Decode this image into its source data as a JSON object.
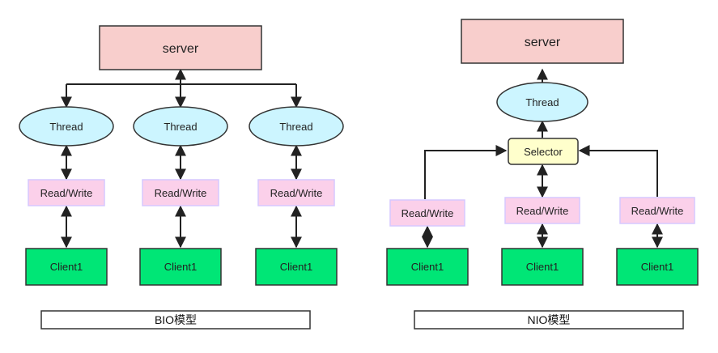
{
  "bio": {
    "server_label": "server",
    "thread_labels": [
      "Thread",
      "Thread",
      "Thread"
    ],
    "rw_labels": [
      "Read/Write",
      "Read/Write",
      "Read/Write"
    ],
    "client_labels": [
      "Client1",
      "Client1",
      "Client1"
    ],
    "caption": "BIO模型"
  },
  "nio": {
    "server_label": "server",
    "thread_label": "Thread",
    "selector_label": "Selector",
    "rw_labels": [
      "Read/Write",
      "Read/Write",
      "Read/Write"
    ],
    "client_labels": [
      "Client1",
      "Client1",
      "Client1"
    ],
    "caption": "NIO模型"
  },
  "colors": {
    "server_fill": "#f8cecc",
    "thread_fill": "#ccf5ff",
    "rw_fill": "#fbd0ea",
    "rw_stroke": "#d6c8ff",
    "client_fill": "#00e676",
    "selector_fill": "#ffffcc",
    "line": "#222222"
  }
}
